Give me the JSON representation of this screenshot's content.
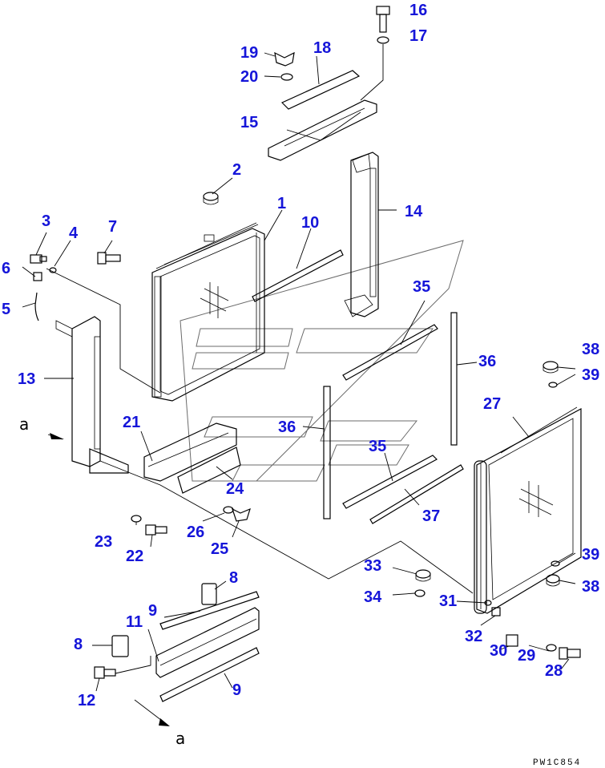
{
  "figure_code": "PW1C854",
  "view_marker": "a",
  "callouts": [
    "1",
    "2",
    "3",
    "4",
    "5",
    "6",
    "7",
    "8",
    "9",
    "10",
    "11",
    "12",
    "13",
    "14",
    "15",
    "16",
    "17",
    "18",
    "19",
    "20",
    "21",
    "22",
    "23",
    "24",
    "25",
    "26",
    "27",
    "28",
    "29",
    "30",
    "31",
    "32",
    "33",
    "34",
    "35",
    "36",
    "37",
    "38",
    "39"
  ],
  "colors": {
    "callout": "#1515d9",
    "linework": "#000000",
    "watermark": "#6b6b6b"
  }
}
